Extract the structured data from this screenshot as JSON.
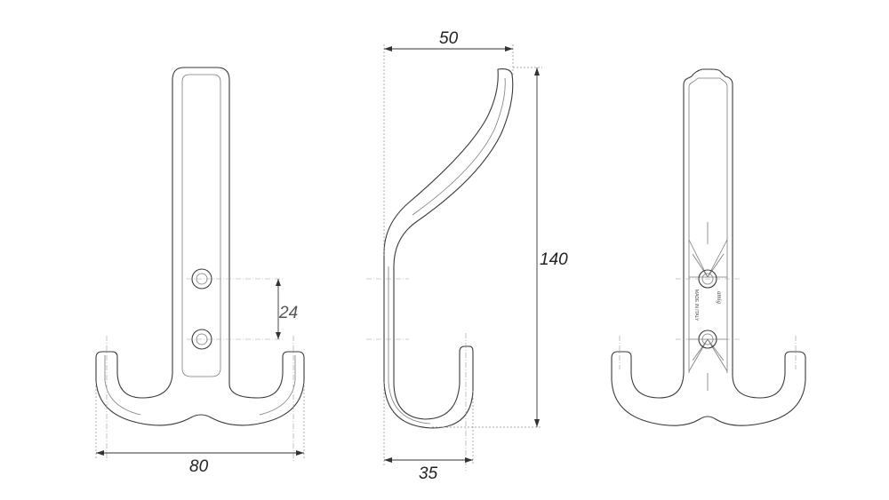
{
  "dimensions": {
    "width_total": "80",
    "hole_spacing": "24",
    "top_projection": "50",
    "height_total": "140",
    "hook_depth": "35"
  },
  "marking": {
    "origin": "MADE IN ITALY",
    "brand_mark": "amig"
  }
}
